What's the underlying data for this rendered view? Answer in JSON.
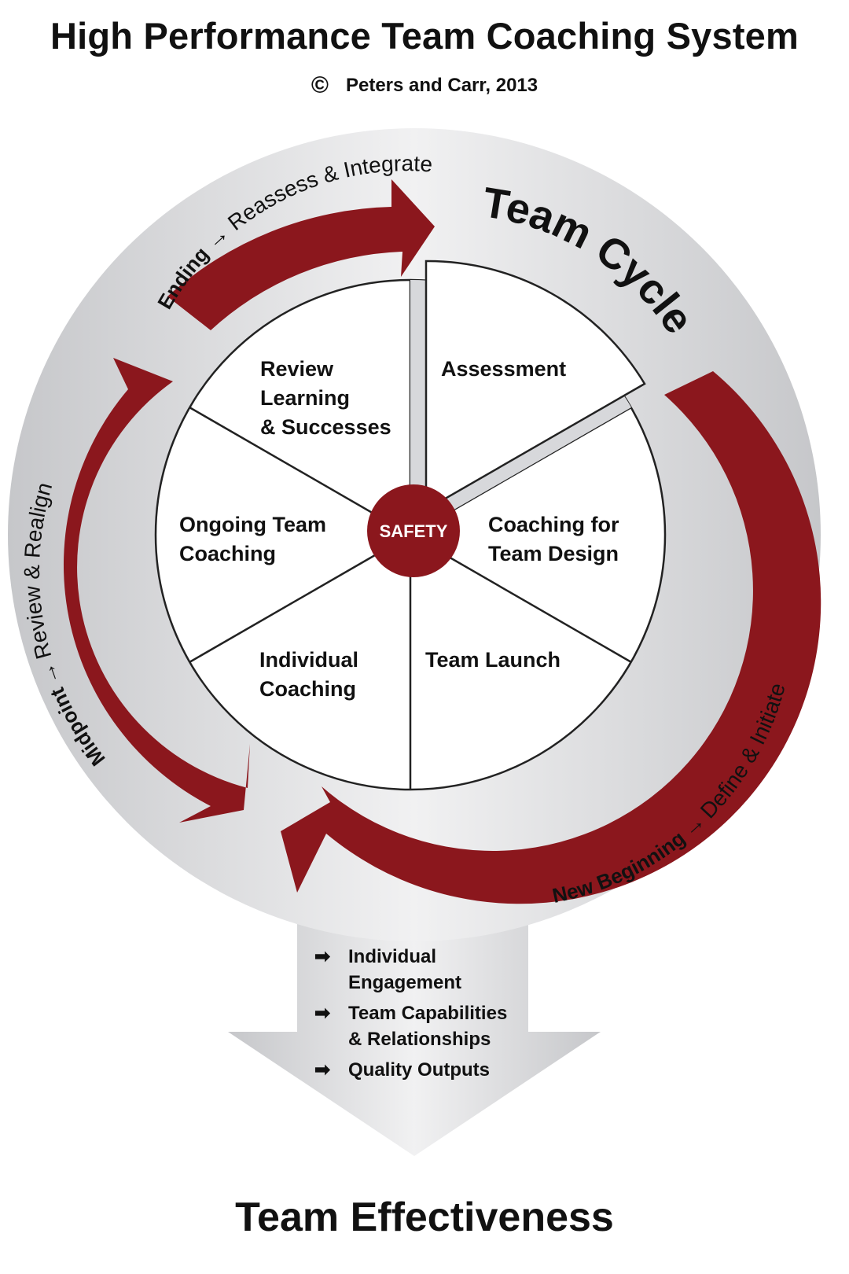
{
  "header": {
    "title": "High Performance Team Coaching System",
    "copyright_symbol": "©",
    "copyright_text": "Peters and Carr, 2013"
  },
  "cycle": {
    "label": "Team Cycle",
    "center_label": "SAFETY",
    "segments": [
      {
        "lines": [
          "Assessment"
        ]
      },
      {
        "lines": [
          "Coaching for",
          "Team Design"
        ]
      },
      {
        "lines": [
          "Team Launch"
        ]
      },
      {
        "lines": [
          "Individual",
          "Coaching"
        ]
      },
      {
        "lines": [
          "Ongoing Team",
          "Coaching"
        ]
      },
      {
        "lines": [
          "Review",
          "Learning",
          "& Successes"
        ]
      }
    ],
    "phases": {
      "ending": {
        "bold": "Ending",
        "arrow": "→",
        "light": "Reassess & Integrate"
      },
      "new_beginning": {
        "bold": "New Beginning",
        "arrow": "→",
        "light": "Define & Initiate"
      },
      "midpoint": {
        "bold": "Midpoint",
        "arrow": "→",
        "light": "Review & Realign"
      }
    }
  },
  "outputs": {
    "bullet_glyph": "➡",
    "items": [
      {
        "lines": [
          "Individual",
          "Engagement"
        ]
      },
      {
        "lines": [
          "Team Capabilities",
          "& Relationships"
        ]
      },
      {
        "lines": [
          "Quality Outputs"
        ]
      }
    ]
  },
  "footer": {
    "label": "Team Effectiveness"
  },
  "colors": {
    "accent": "#8b171d",
    "ring_light": "#ececee",
    "ring_dark": "#c8c9cc",
    "divider": "#222222"
  }
}
